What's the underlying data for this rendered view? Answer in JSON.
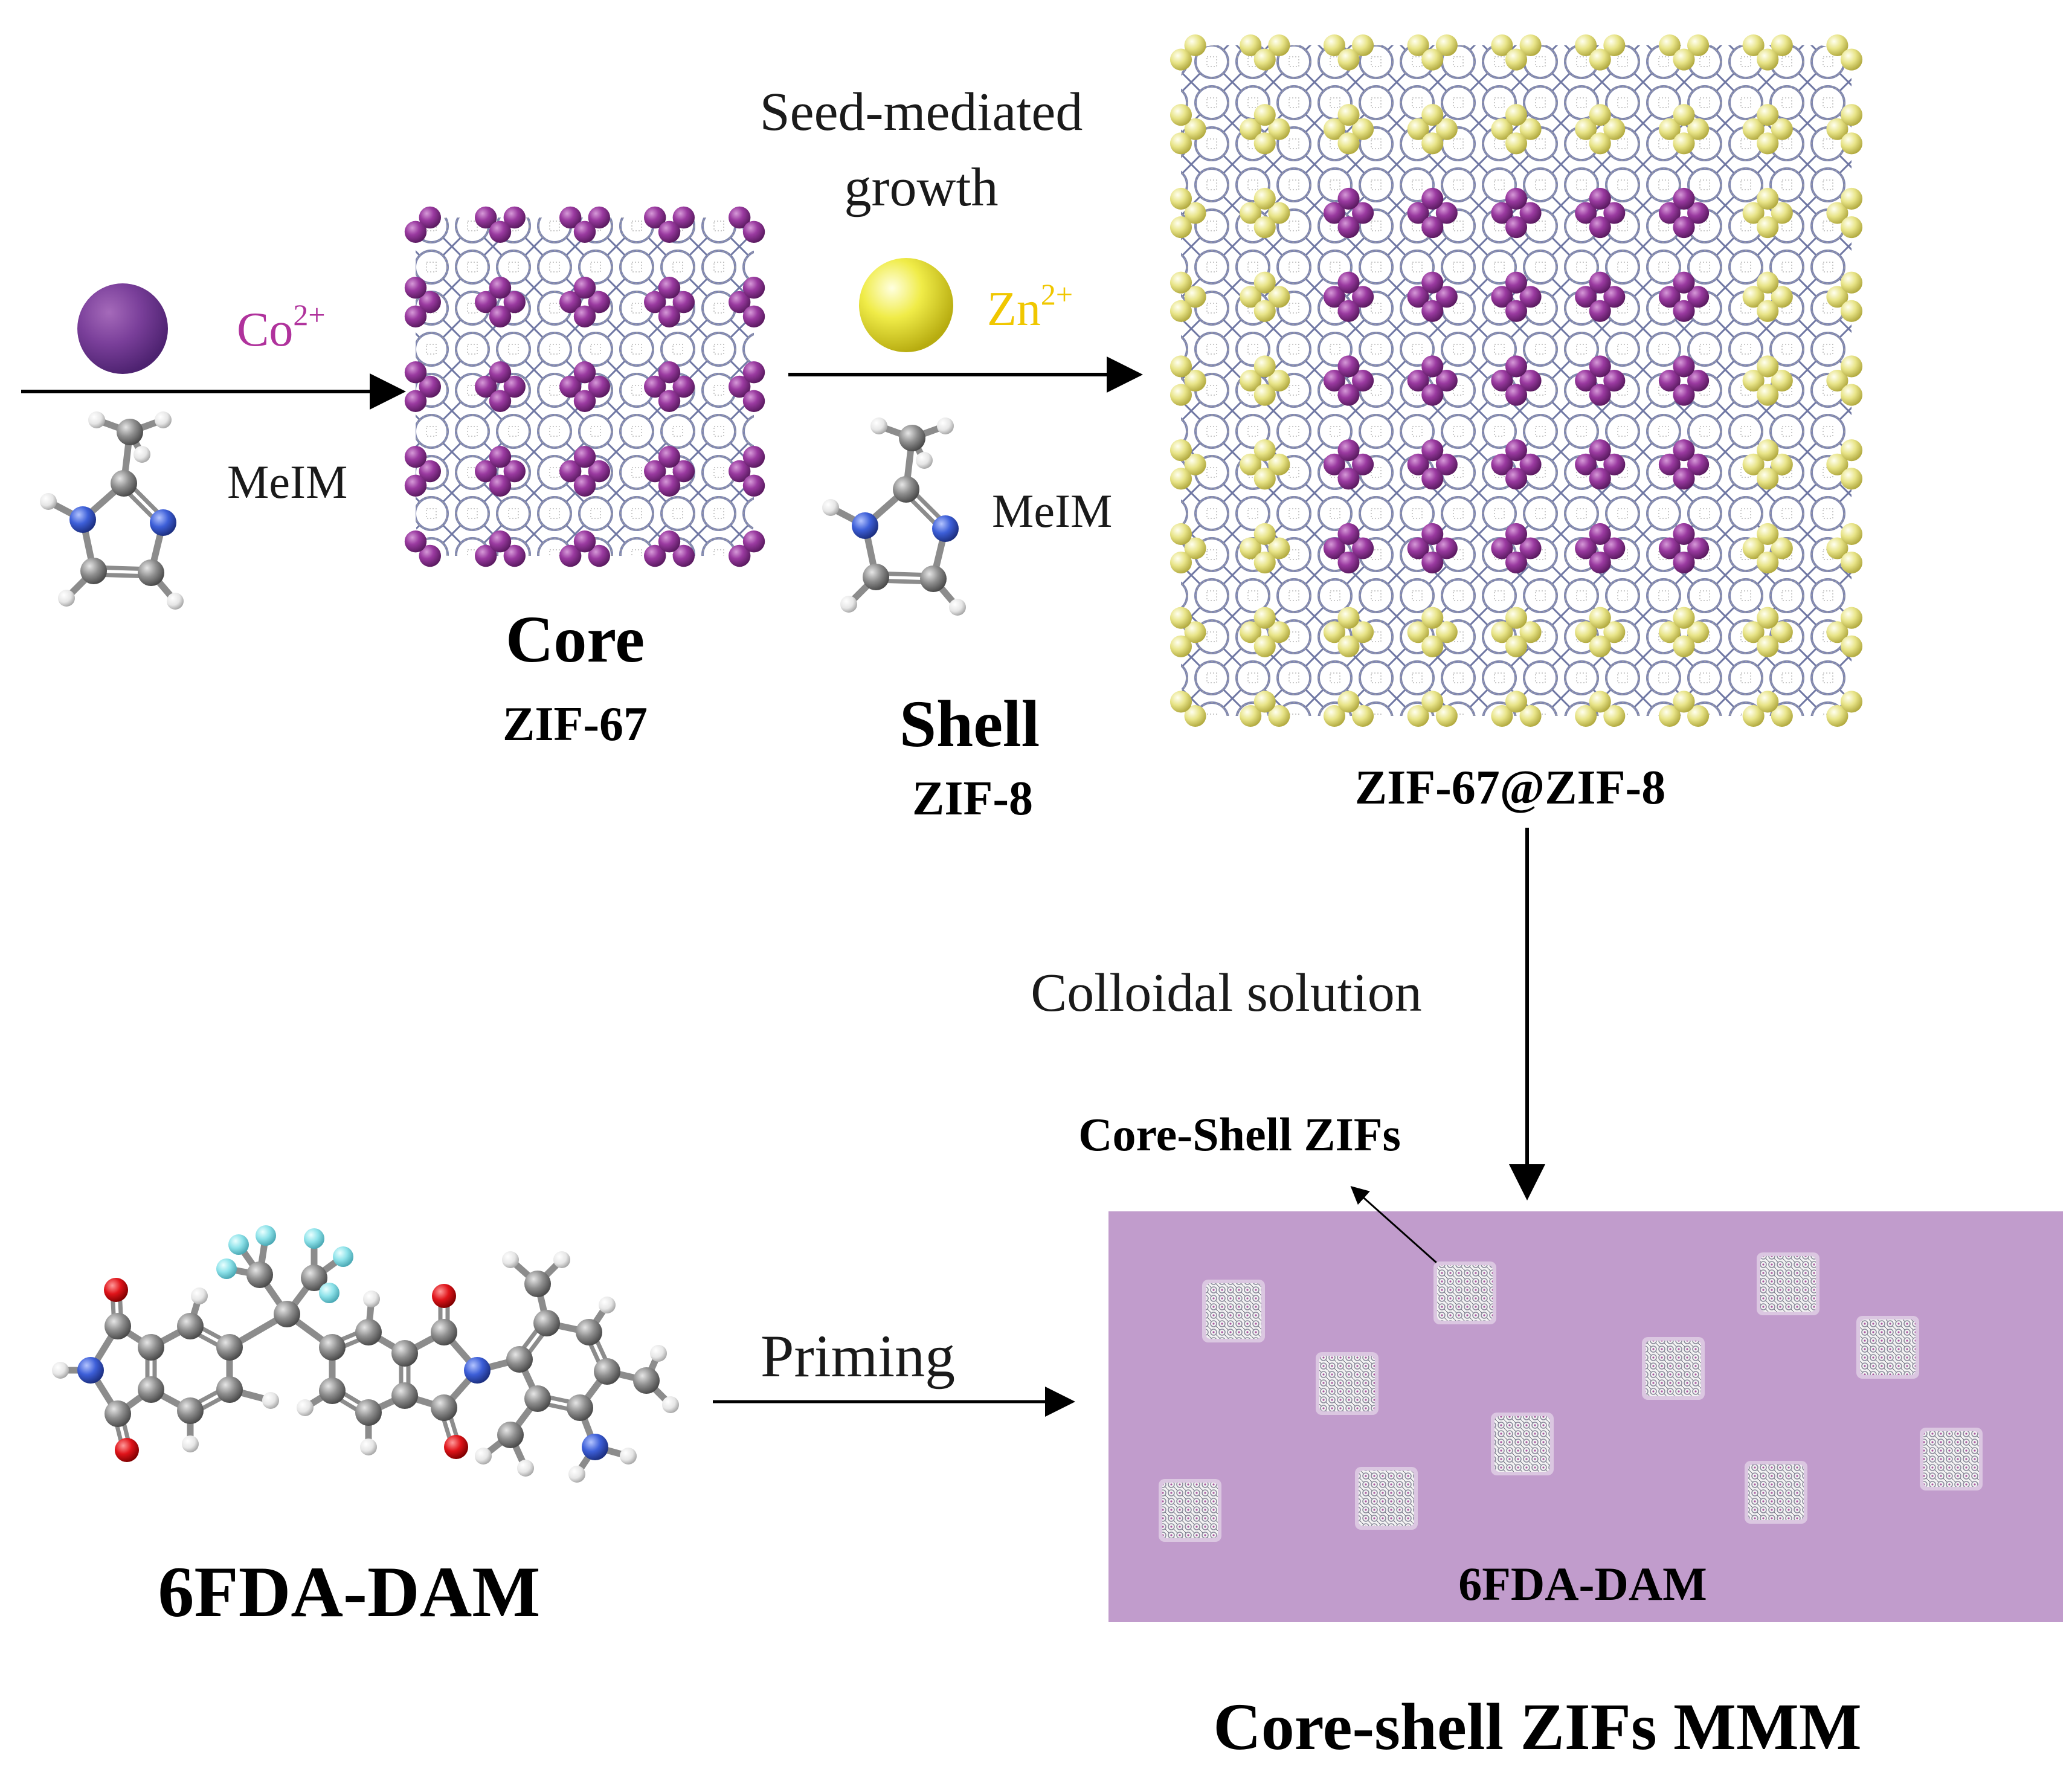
{
  "reaction1": {
    "ion_label": "Co",
    "ion_charge": "2+",
    "ligand_label": "MeIM"
  },
  "core": {
    "title": "Core",
    "subtitle": "ZIF-67"
  },
  "reaction2": {
    "top_label_line1": "Seed-mediated",
    "top_label_line2": "growth",
    "ion_label": "Zn",
    "ion_charge": "2+",
    "ligand_label": "MeIM"
  },
  "shell": {
    "title": "Shell",
    "subtitle": "ZIF-8"
  },
  "core_shell": {
    "label": "ZIF-67@ZIF-8"
  },
  "step_colloidal": {
    "label": "Colloidal solution"
  },
  "membrane": {
    "particles_label": "Core-Shell ZIFs",
    "matrix_label": "6FDA-DAM",
    "caption": "Core-shell ZIFs MMM"
  },
  "polymer": {
    "label": "6FDA-DAM"
  },
  "step_priming": {
    "label": "Priming"
  },
  "colors": {
    "cobalt": "#8e2f93",
    "zinc": "#e9e11b",
    "co_text": "#b0329c",
    "zn_text": "#f0c700",
    "membrane_fill": "#c19ccc",
    "framework": "#7f86b0"
  }
}
